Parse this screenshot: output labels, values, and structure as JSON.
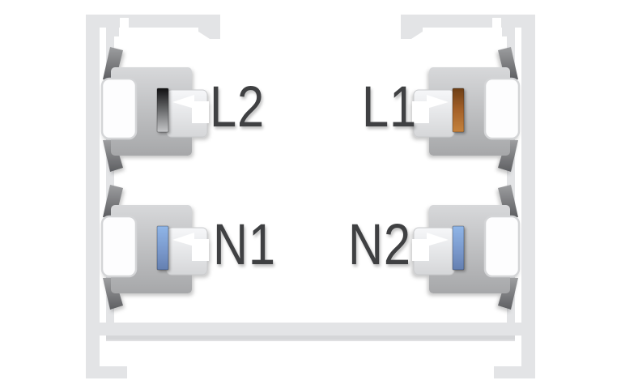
{
  "diagram": {
    "background_color": "#ffffff",
    "profile_color": "#e3e4e6",
    "label_color": "#3f4042",
    "conductors": {
      "l2": {
        "label": "L2",
        "position": "top-left",
        "color_top": "#101012",
        "color_mid": "#6a6b6d",
        "color_bottom": "#c6c7c9"
      },
      "l1": {
        "label": "L1",
        "position": "top-right",
        "color_top": "#6e3f17",
        "color_mid": "#a5622a",
        "color_bottom": "#c5823c"
      },
      "n1": {
        "label": "N1",
        "position": "bottom-left",
        "color_top": "#8fb5e7",
        "color_mid": "#7a99cc",
        "color_bottom": "#647fb0"
      },
      "n2": {
        "label": "N2",
        "position": "bottom-right",
        "color_top": "#8fb5e7",
        "color_mid": "#7a99cc",
        "color_bottom": "#647fb0"
      }
    }
  }
}
